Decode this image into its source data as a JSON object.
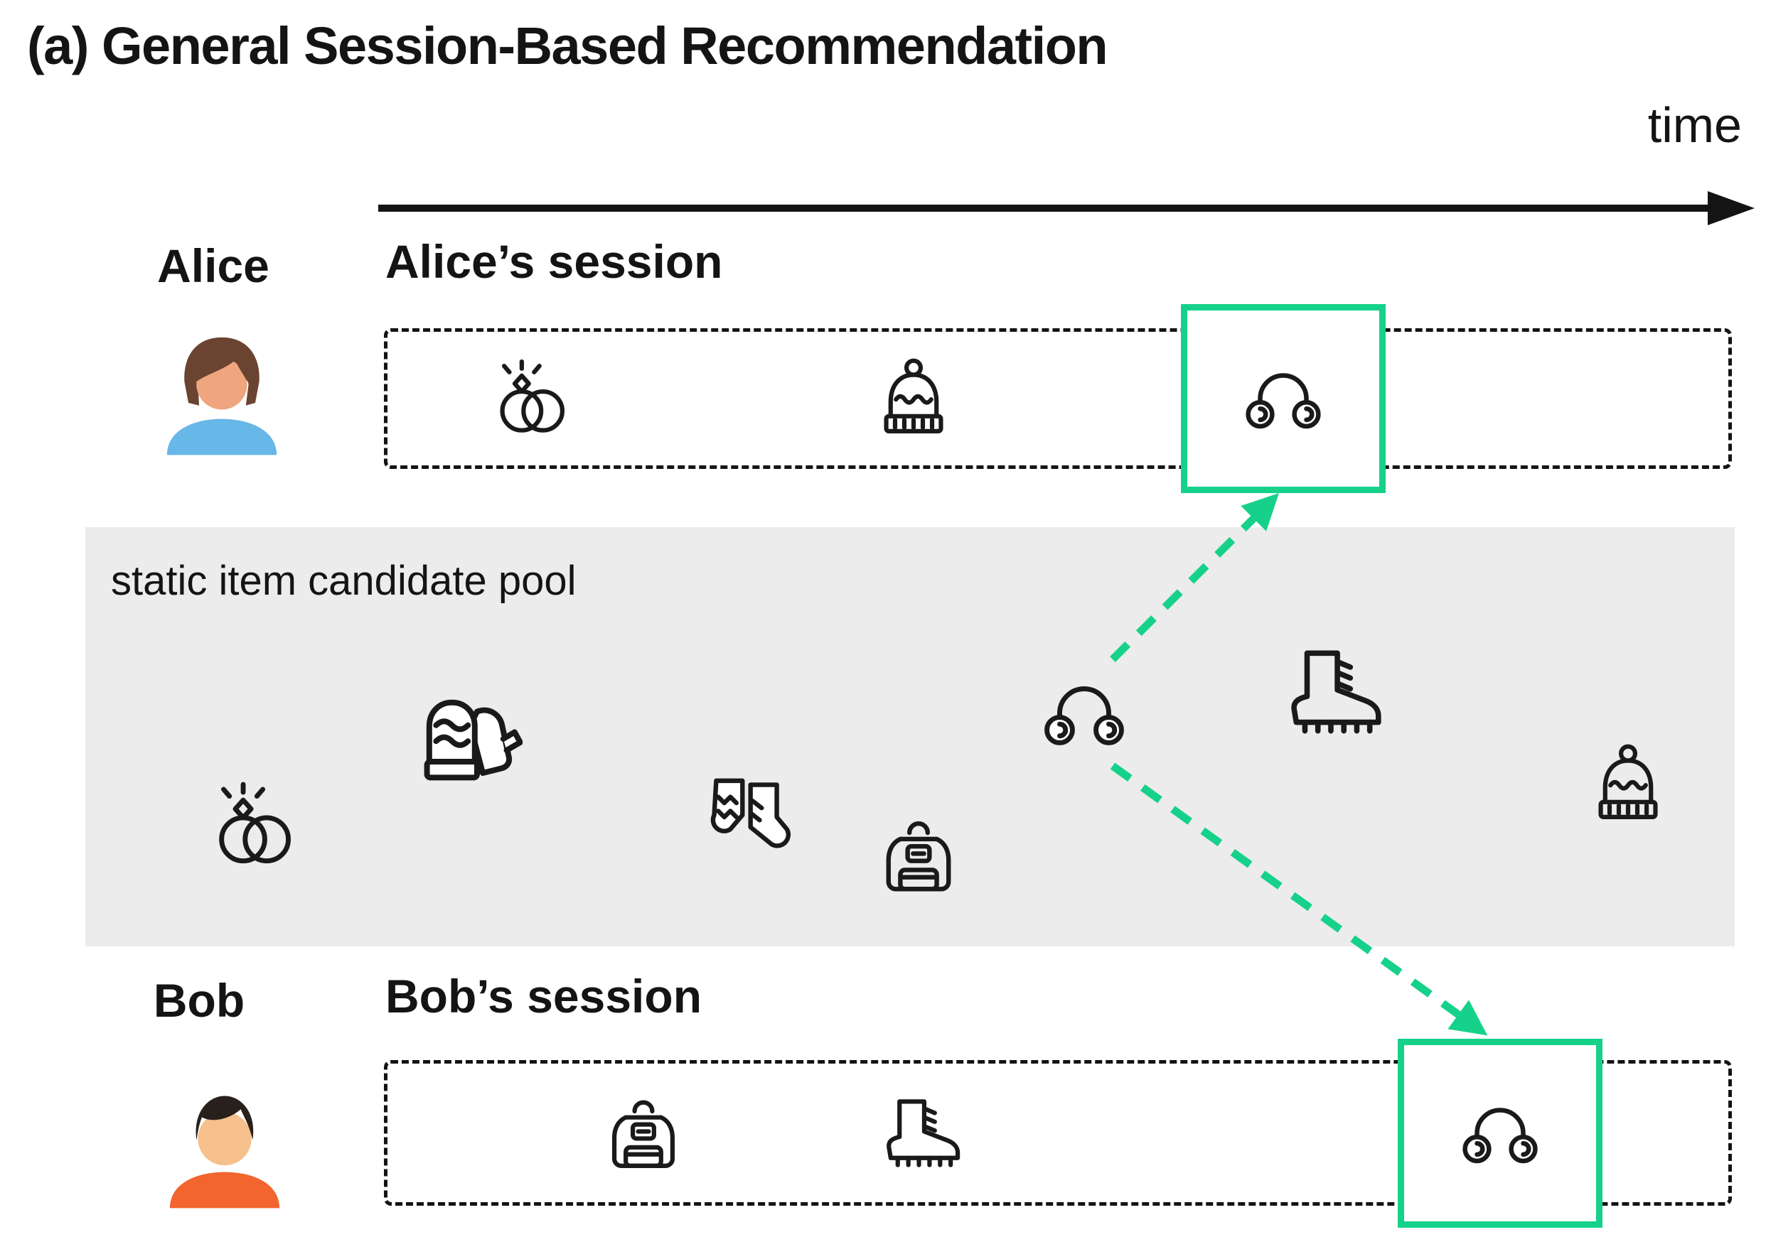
{
  "title": "(a) General Session-Based Recommendation",
  "timeline": {
    "label": "time"
  },
  "colors": {
    "accent_green": "#16D18A",
    "ink": "#141414",
    "pool_background": "#ECECEC"
  },
  "alice": {
    "name": "Alice",
    "avatar": "woman-avatar-icon",
    "session_label": "Alice’s session",
    "items": [
      {
        "icon": "rings-icon",
        "highlighted": false
      },
      {
        "icon": "beanie-icon",
        "highlighted": false
      },
      {
        "icon": "headphones-icon",
        "highlighted": true
      }
    ]
  },
  "pool": {
    "label": "static item candidate pool",
    "items": [
      {
        "icon": "rings-icon"
      },
      {
        "icon": "mittens-icon"
      },
      {
        "icon": "socks-icon"
      },
      {
        "icon": "backpack-icon"
      },
      {
        "icon": "headphones-icon"
      },
      {
        "icon": "boot-icon"
      },
      {
        "icon": "beanie-icon"
      }
    ]
  },
  "bob": {
    "name": "Bob",
    "avatar": "man-avatar-icon",
    "session_label": "Bob’s session",
    "items": [
      {
        "icon": "backpack-icon",
        "highlighted": false
      },
      {
        "icon": "boot-icon",
        "highlighted": false
      },
      {
        "icon": "headphones-icon",
        "highlighted": true
      }
    ]
  }
}
